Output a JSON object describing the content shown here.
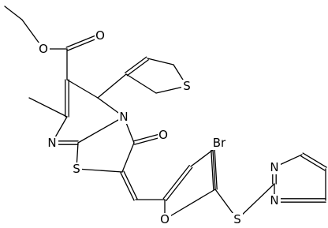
{
  "diagram": {
    "type": "chemical-structure",
    "atoms": [
      {
        "id": "O_ester_carbonyl",
        "label": "O"
      },
      {
        "id": "O_ester_ether",
        "label": "O"
      },
      {
        "id": "S_thiophene",
        "label": "S"
      },
      {
        "id": "N_ring_left",
        "label": "N"
      },
      {
        "id": "N_ring_bridge",
        "label": "N"
      },
      {
        "id": "O_ketone",
        "label": "O"
      },
      {
        "id": "S_thiazole",
        "label": "S"
      },
      {
        "id": "Br",
        "label": "Br"
      },
      {
        "id": "O_furan",
        "label": "O"
      },
      {
        "id": "S_thioether",
        "label": "S"
      },
      {
        "id": "N_pyrimidine_top",
        "label": "N"
      },
      {
        "id": "N_pyrimidine_bottom",
        "label": "N"
      }
    ]
  }
}
